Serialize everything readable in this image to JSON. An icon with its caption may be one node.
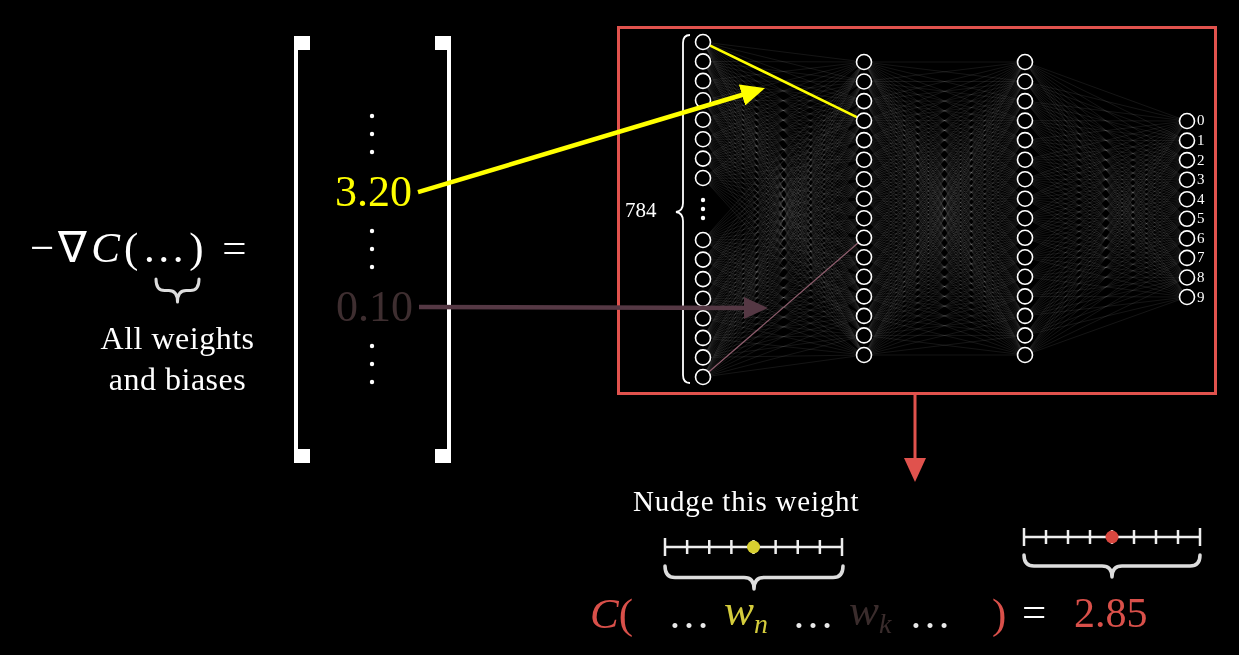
{
  "diagram": {
    "nodes": [
      {
        "text": [
          "3.20"
        ]
      },
      {
        "text": [
          "0.10"
        ]
      },
      {
        "text": [],
        "shape": "box"
      },
      {
        "text": [],
        "shape": "line",
        "in": 2
      },
      {
        "text": [],
        "shape": "line",
        "in": 2
      }
    ],
    "edges": [
      {
        "from": 0,
        "to": 3,
        "arrow": "to",
        "color": "#ffff00"
      },
      {
        "from": 1,
        "to": 4,
        "arrow": "to",
        "color": "#553844"
      },
      {
        "from": 2,
        "to": null,
        "arrow": "to",
        "color": "#e0524d"
      }
    ],
    "labels": [
      "−∇*C*(…) =",
      "All weights and biases",
      "784",
      "0",
      "1",
      "2",
      "3",
      "4",
      "5",
      "6",
      "7",
      "8",
      "9",
      "Nudge this weight",
      "*C*(",
      "…",
      "w$_{n}$",
      "…",
      "w$_{k}$",
      "…",
      ")",
      "=",
      "2.85"
    ]
  }
}
